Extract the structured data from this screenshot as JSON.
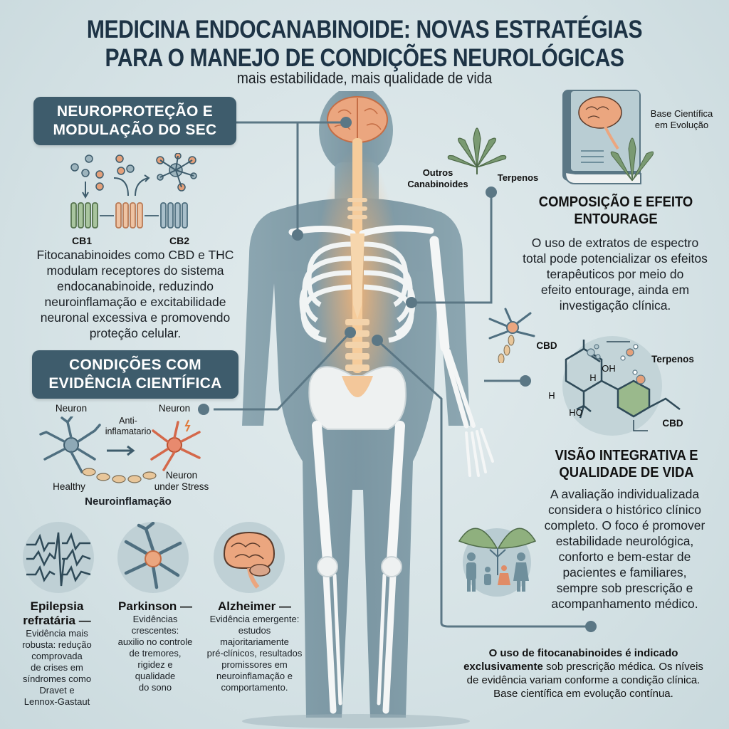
{
  "header": {
    "title_line1": "MEDICINA ENDOCANABINOIDE: NOVAS ESTRATÉGIAS",
    "title_line2": "PARA O MANEJO DE CONDIÇÕES NEUROLÓGICAS",
    "subtitle": "mais estabilidade, mais qualidade de vida"
  },
  "neuroprotection": {
    "badge_line1": "NEUROPROTEÇÃO E",
    "badge_line2": "MODULAÇÃO DO SEC",
    "receptor_labels": [
      "CB1",
      "CB2"
    ],
    "description_lines": [
      "Fitocanabinoides como CBD e THC",
      "modulam receptores do sistema",
      "endocanabinoide, reduzindo",
      "neuroinflamação e excitabilidade",
      "neuronal excessiva e promovendo",
      "proteção celular."
    ]
  },
  "conditions": {
    "badge_line1": "CONDIÇÕES COM",
    "badge_line2": "EVIDÊNCIA CIENTÍFICA",
    "neuroinflammation_diagram": {
      "left_label": "Neuron",
      "right_label": "Neuron",
      "arrow_label_line1": "Anti-",
      "arrow_label_line2": "inflamatario",
      "healthy_label": "Healthy",
      "stress_label_line1": "Neuron",
      "stress_label_line2": "under Stress",
      "caption": "Neuroinflamação"
    },
    "items": [
      {
        "icon": "eeg-wave-icon",
        "title_line1": "Epilepsia",
        "title_line2": "refratária —",
        "text_lines": [
          "Evidência mais",
          "robusta: redução",
          "comprovada",
          "de crises em",
          "síndromes como",
          "Dravet e",
          "Lennox-Gastaut"
        ]
      },
      {
        "icon": "neuron-icon",
        "title_line1": "Parkinson —",
        "title_line2": "",
        "text_lines": [
          "Evidências",
          "crescentes:",
          "auxilio no controle",
          "de tremores,",
          "rigidez e",
          "qualidade",
          "do sono"
        ]
      },
      {
        "icon": "brain-icon",
        "title_line1": "Alzheimer —",
        "title_line2": "",
        "text_lines": [
          "Evidência emergente:",
          "estudos",
          "majoritariamente",
          "pré-clínicos, resultados",
          "promissores em",
          "neuroinflamação e",
          "comportamento."
        ]
      }
    ]
  },
  "plant_labels": {
    "other_cannabinoids_line1": "Outros",
    "other_cannabinoids_line2": "Canabinoides",
    "terpenes": "Terpenos"
  },
  "book": {
    "label_line1": "Base Científica",
    "label_line2": "em Evolução"
  },
  "entourage": {
    "heading_line1": "COMPOSIÇÃO E EFEITO",
    "heading_line2": "ENTOURAGE",
    "text_lines": [
      "O uso de extratos de espectro",
      "total pode potencializar os efeitos",
      "terapêuticos por meio do",
      "efeito entourage, ainda em",
      "investigação clínica."
    ]
  },
  "molecule": {
    "cbd_label_top": "CBD",
    "terpenes_label": "Terpenos",
    "cbd_label_bottom": "CBD",
    "oh_top": "OH",
    "oh_bottom": "HO",
    "h1": "H",
    "h2": "H"
  },
  "integrative": {
    "heading_line1": "VISÃO INTEGRATIVA E",
    "heading_line2": "QUALIDADE DE VIDA",
    "text_lines": [
      "A avaliação individualizada",
      "considera o histórico clínico",
      "completo. O foco é promover",
      "estabilidade neurológica,",
      "conforto e bem-estar de",
      "pacientes e familiares,",
      "sempre sob prescrição e",
      "acompanhamento médico."
    ]
  },
  "disclaimer": {
    "bold_line1": "O uso de fitocanabinoides é indicado",
    "bold_word": "exclusivamente",
    "line2_rest": " sob prescrição médica. Os níveis",
    "line3": "de evidência variam conforme a condição clínica.",
    "line4": "Base científica em evolução contínua."
  },
  "colors": {
    "background": "#d5e2e5",
    "badge": "#3e5c6c",
    "title": "#1d3345",
    "body_silhouette": "#6f8f9c",
    "bone": "#f4f6f6",
    "spine_glow": "#f0b27a",
    "brain": "#eba67f",
    "leaf": "#7a9a72",
    "connector": "#5b7785"
  }
}
